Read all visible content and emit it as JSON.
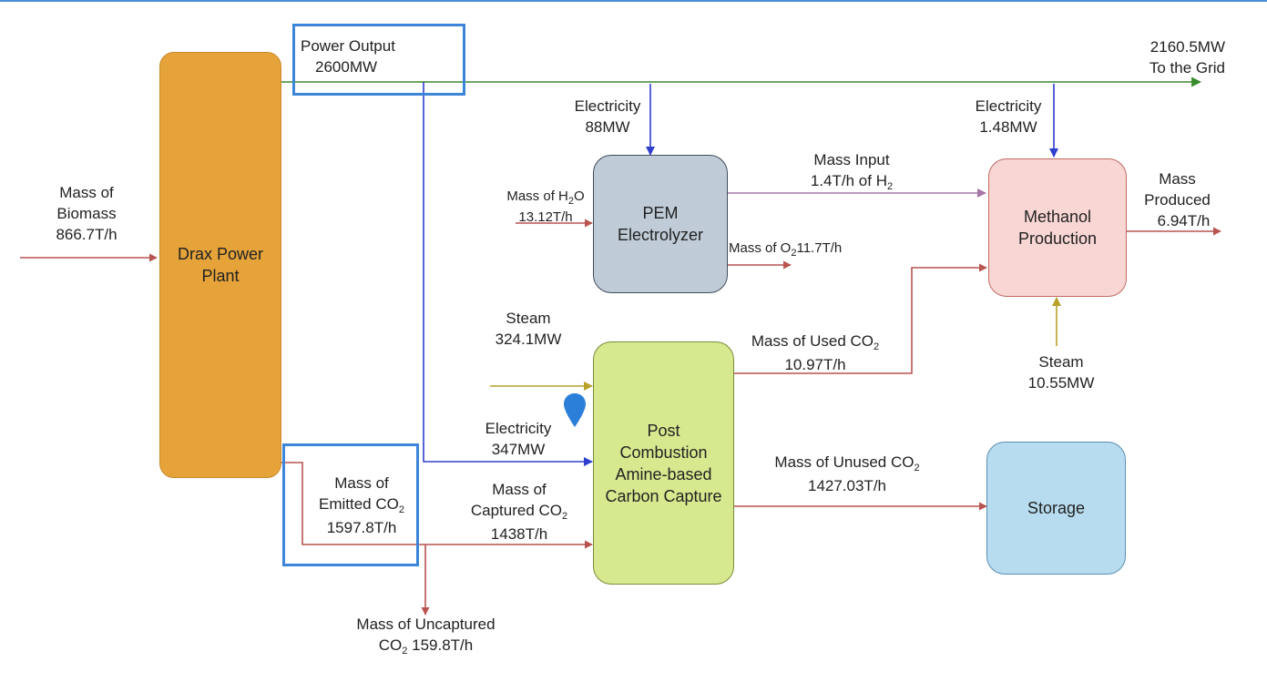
{
  "colors": {
    "drax_fill": "#e5a33a",
    "pem_fill": "#bfcbd6",
    "ccs_fill": "#d7e98f",
    "methanol_fill": "#f8d6d4",
    "storage_fill": "#b7dcf0",
    "mass_arrow": "#b85450",
    "power_arrow": "#3a8a2e",
    "electricity_arrow": "#2f3fce",
    "steam_arrow": "#b9a22a",
    "hydrogen_arrow": "#a876a8",
    "highlight": "#3d85d8"
  },
  "nodes": {
    "drax": "Drax Power\nPlant",
    "pem": "PEM\nElectrolyzer",
    "methanol": "Methanol\nProduction",
    "ccs": "Post\nCombustion\nAmine-based\nCarbon Capture",
    "storage": "Storage"
  },
  "labels": {
    "biomass": [
      "Mass of",
      "Biomass",
      "866.7T/h"
    ],
    "power_output": [
      "Power Output",
      "2600MW"
    ],
    "grid": [
      "2160.5MW",
      "To the Grid"
    ],
    "elec_pem": [
      "Electricity",
      "88MW"
    ],
    "elec_meth": [
      "Electricity",
      "1.48MW"
    ],
    "h2o": {
      "pre": "Mass of H",
      "sub": "2",
      "post": "O",
      "value": "13.12T/h"
    },
    "mass_input": {
      "line1": "Mass Input",
      "pre": "1.4T/h of H",
      "sub": "2"
    },
    "o2": {
      "pre": "Mass of O",
      "sub": "2",
      "post": "11.7T/h"
    },
    "mass_produced": [
      "Mass",
      "Produced",
      "6.94T/h"
    ],
    "steam_ccs": [
      "Steam",
      "324.1MW"
    ],
    "used_co2": {
      "pre": "Mass of Used CO",
      "sub": "2",
      "value": "10.97T/h"
    },
    "steam_meth": [
      "Steam",
      "10.55MW"
    ],
    "elec_ccs": [
      "Electricity",
      "347MW"
    ],
    "unused_co2": {
      "pre": "Mass of Unused CO",
      "sub": "2",
      "value": "1427.03T/h"
    },
    "emitted_co2": {
      "line1": "Mass of",
      "pre": "Emitted CO",
      "sub": "2",
      "value": "1597.8T/h"
    },
    "captured_co2": {
      "line1": "Mass of",
      "pre": "Captured CO",
      "sub": "2",
      "value": "1438T/h"
    },
    "uncaptured_co2": {
      "line1": "Mass of Uncaptured",
      "pre": "CO",
      "sub": "2",
      "post": " 159.8T/h"
    }
  }
}
